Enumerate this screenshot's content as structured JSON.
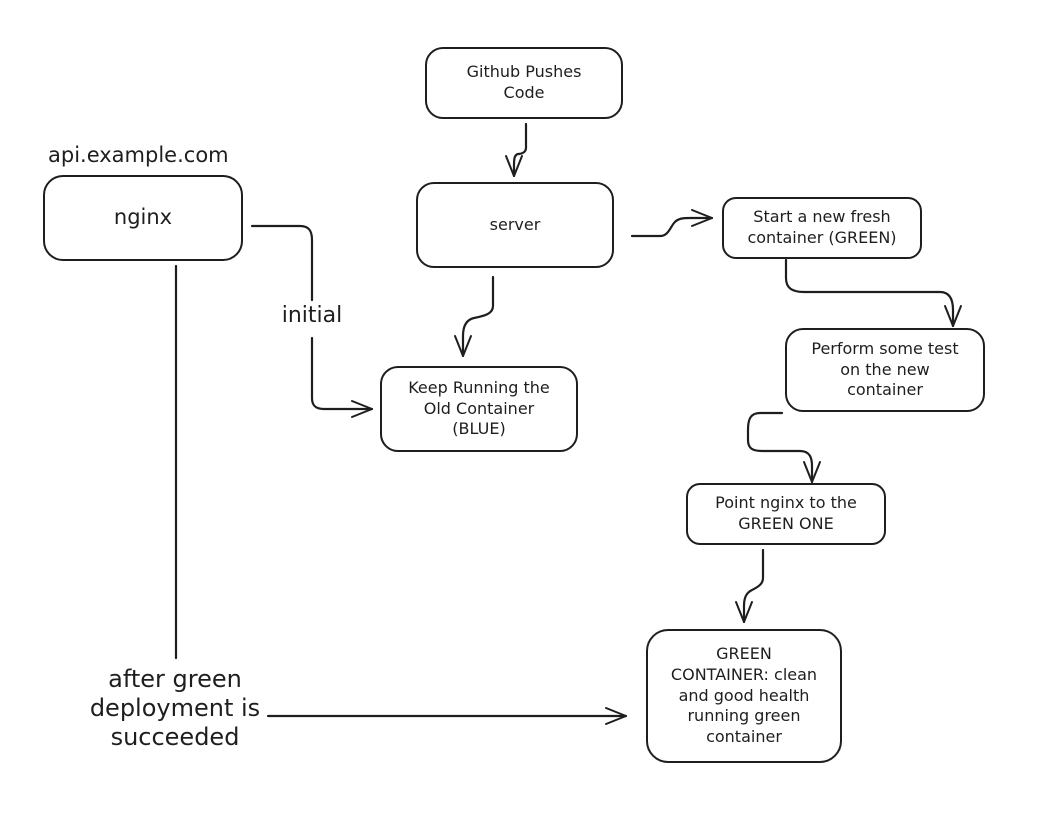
{
  "diagram": {
    "title_label": "api.example.com",
    "nodes": {
      "nginx": "nginx",
      "github": "Github Pushes\nCode",
      "server": "server",
      "start_green": "Start a new fresh\ncontainer (GREEN)",
      "keep_blue": "Keep Running the\nOld Container\n(BLUE)",
      "perform_test": "Perform some test\non the new\ncontainer",
      "point_nginx": "Point nginx to the\nGREEN ONE",
      "green_container": "GREEN\nCONTAINER: clean\nand good health\nrunning green\ncontainer"
    },
    "edge_labels": {
      "initial": "initial",
      "after_green": "after green\ndeployment is\nsucceeded"
    },
    "edges": [
      {
        "from": "github",
        "to": "server"
      },
      {
        "from": "server",
        "to": "keep_blue"
      },
      {
        "from": "server",
        "to": "start_green"
      },
      {
        "from": "nginx",
        "to": "keep_blue",
        "label": "initial"
      },
      {
        "from": "start_green",
        "to": "perform_test"
      },
      {
        "from": "perform_test",
        "to": "point_nginx"
      },
      {
        "from": "point_nginx",
        "to": "green_container"
      },
      {
        "from": "nginx",
        "to": "green_container",
        "label": "after green deployment is succeeded"
      }
    ],
    "stroke_color": "#1e1e1e",
    "background_color": "#ffffff"
  }
}
